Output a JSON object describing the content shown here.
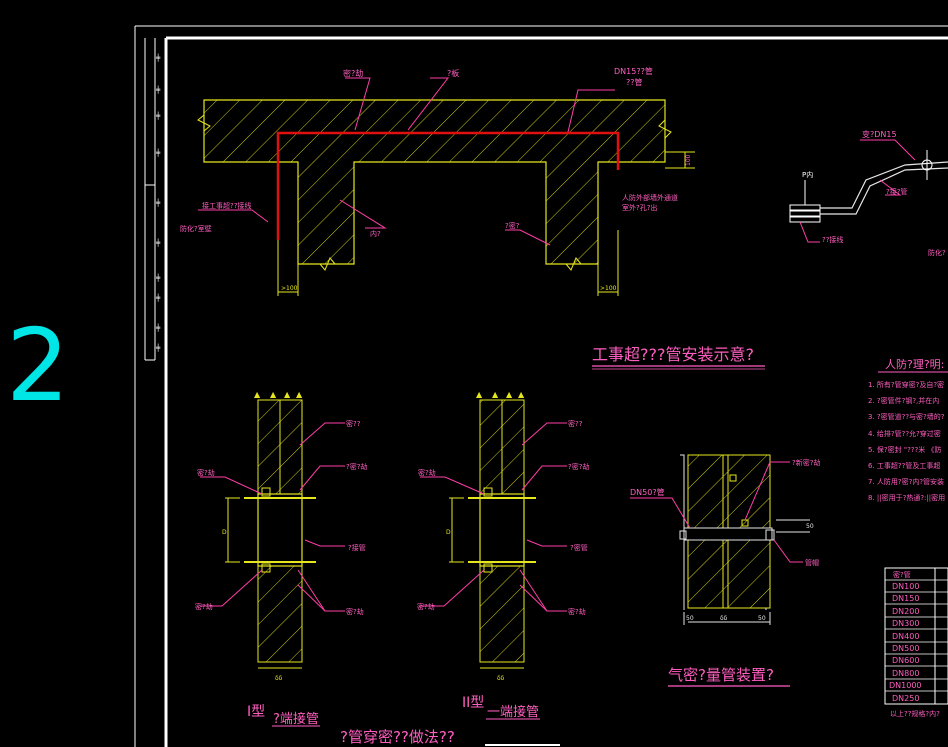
{
  "sheet_number": "2",
  "colors": {
    "background": "#000000",
    "frame": "#ffffff",
    "structure": "#e6e61e",
    "pipe": "#e01010",
    "leader": "#ff3ea8",
    "text": "#ff5ec0",
    "sheet_number": "#00e5e5"
  },
  "top_detail": {
    "labels": {
      "seal_ring_top": "密?劫",
      "slab": "?板",
      "dn15_pipe": "DN15??管",
      "dn15_pipe_line2": "??管",
      "ext_wall_note": "人防外部墙外通道",
      "ext_wall_note_line2": "室外?孔?出",
      "pipe_conduit": "接工事超??接线",
      "anticorrosion": "防化?室壁",
      "inner": "内?",
      "seal_wall": "?密?",
      "dim_100": "100",
      "dim_left": ">100",
      "dim_right": ">100"
    }
  },
  "right_detail": {
    "labels": {
      "dn15": "变?DN15",
      "inner_p": "P内",
      "valve": "?接?管",
      "base": "??接线",
      "anticorr": "防化?"
    }
  },
  "title_main": "工事超???管安装示意?",
  "notes": {
    "title": "人防?理?明:",
    "items": [
      "1. 所有?管穿密?及自?密",
      "2. ?密管件?钢?,并在内",
      "3. ?密管道??与密?墙的?",
      "4. 给排?管??允?穿过密",
      "5. 保?密封 \"???米 《防",
      "6. 工事超??管及工事超",
      "7. 人防用?密?内?管安装",
      "8. ||密用于?热通?:||密用"
    ]
  },
  "type1": {
    "labels": {
      "seal_ring_a": "密?劫",
      "seal_ring_b": "密?劫",
      "wall": "密??",
      "ring_r": "?密?劫",
      "steel_pipe": "?接管",
      "seal_right_bottom": "密?劫",
      "dim_d": "D",
      "dim_bottom": "δδ"
    },
    "caption_a": "I型",
    "caption_b": "?端接管"
  },
  "type2": {
    "labels": {
      "seal_ring_a": "密?劫",
      "seal_ring_b": "密?劫",
      "wall": "密??",
      "ring_r": "?密?劫",
      "steel_pipe": "?密管",
      "seal_right_bottom": "密?劫",
      "dim_d": "D",
      "dim_bottom": "δδ"
    },
    "caption_a": "II型",
    "caption_b": "一端接管"
  },
  "bottom_title": "?管穿密??做法??",
  "airtight": {
    "labels": {
      "dn50": "DN50?管",
      "ring": "?新密?劫",
      "cap": "管帽",
      "dim_50": "50",
      "dim_l": "50",
      "dim_m": "δδ",
      "dim_r": "50"
    },
    "title": "气密?量管装置?"
  },
  "pipe_table": {
    "header": [
      "密?管"
    ],
    "rows": [
      "DN100",
      "DN150",
      "DN200",
      "DN300",
      "DN400",
      "DN500",
      "DN600",
      "DN800",
      "DN1000",
      "DN250"
    ],
    "footnote": "以上??规格?内?"
  }
}
